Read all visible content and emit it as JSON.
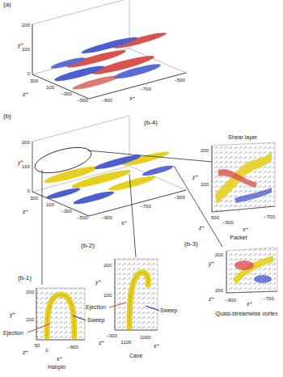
{
  "diagram": {
    "labels": [
      "(a)",
      "y⁺",
      "200",
      "100",
      "0",
      "z⁺",
      "300",
      "100",
      "−300",
      "−500",
      "−900",
      "x⁺",
      "−700",
      "−500",
      "(b)",
      "y⁺",
      "200",
      "100",
      "0",
      "z⁺",
      "300",
      "100",
      "−300",
      "−500",
      "−900",
      "x⁺",
      "−700",
      "−500",
      "(b-4)",
      "Shear layer",
      "y⁺",
      "200",
      "100",
      "z⁺",
      "500",
      "x⁺",
      "−700",
      "−500",
      "Packet",
      "(b-3)",
      "y⁺",
      "200",
      "z⁺",
      "200",
      "x⁺",
      "−900",
      "−700",
      "Quasi-streamwise vortex",
      "(b-1)",
      "y⁺",
      "200",
      "100",
      "Ejection",
      "Sweep",
      "z⁺",
      "50",
      "0",
      "x⁺",
      "−900",
      "Hairpin",
      "(b-2)",
      "y⁺",
      "200",
      "100",
      "Ejection",
      "Sweep",
      "z⁺",
      "−300",
      "1100",
      "1000",
      "x⁺",
      "Cane"
    ]
  }
}
